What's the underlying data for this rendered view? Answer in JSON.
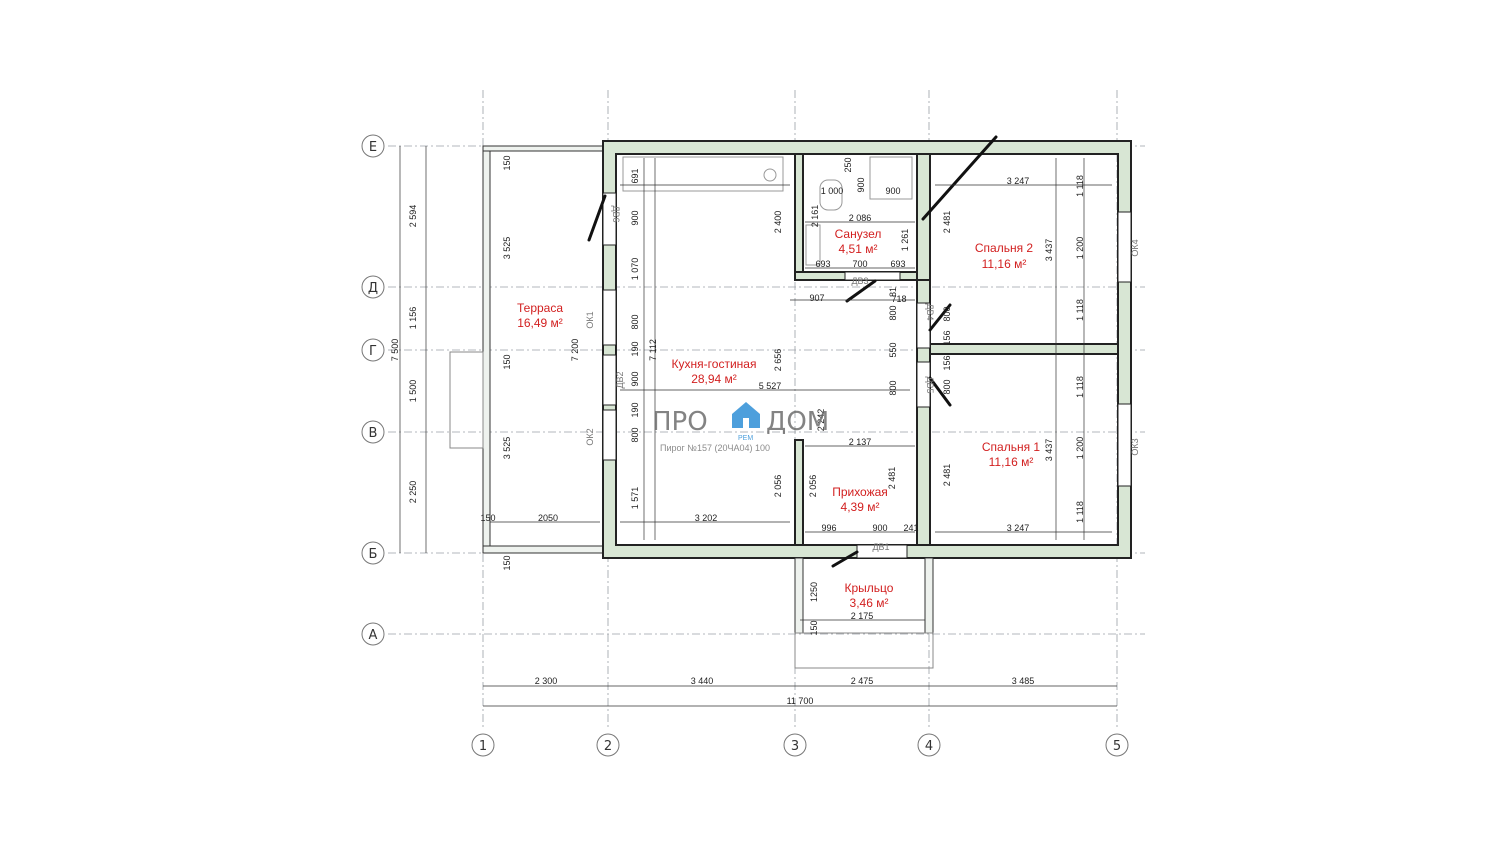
{
  "logo": {
    "left": "ПРО",
    "right": "ДОМ",
    "sub": "РЕМ",
    "tag": "Пирог №157 (20ЧА04) 100"
  },
  "axes": {
    "cols": [
      "1",
      "2",
      "3",
      "4",
      "5"
    ],
    "rows": [
      "Е",
      "Д",
      "Г",
      "В",
      "Б",
      "А"
    ]
  },
  "rooms": {
    "terrace": {
      "name": "Терраса",
      "area": "16,49 м²"
    },
    "kitchen": {
      "name": "Кухня-гостиная",
      "area": "28,94 м²"
    },
    "bath": {
      "name": "Санузел",
      "area": "4,51 м²"
    },
    "bed2": {
      "name": "Спальня 2",
      "area": "11,16 м²"
    },
    "bed1": {
      "name": "Спальня 1",
      "area": "11,16 м²"
    },
    "hall": {
      "name": "Прихожая",
      "area": "4,39 м²"
    },
    "porch": {
      "name": "Крыльцо",
      "area": "3,46 м²"
    }
  },
  "openings": {
    "dv1": "ДВ1",
    "dv2": "ДВ2",
    "dv3": "ДВ3",
    "dv4": "ДВ4",
    "dv5": "ДВ5",
    "dv6": "ДВ6",
    "ok1": "ОК1",
    "ok2": "ОК2",
    "ok3": "ОК3",
    "ok4": "ОК4"
  },
  "bottom_dims": {
    "d12": "2 300",
    "d23": "3 440",
    "d34": "2 475",
    "d45": "3 485",
    "total": "11 700"
  },
  "left_dims": {
    "ed": "2 594",
    "dg": "1 156",
    "gv": "1 500",
    "vb": "2 250",
    "total": "7 500"
  },
  "dims": {
    "t150a": "150",
    "t3525a": "3 525",
    "t3525b": "3 525",
    "t150b": "150",
    "t150c": "150",
    "t2050": "2050",
    "t150d": "150",
    "k691": "691",
    "k900a": "900",
    "k1070": "1 070",
    "k800a": "800",
    "k190a": "190",
    "k900b": "900",
    "k190b": "190",
    "k800b": "800",
    "k1571": "1 571",
    "k7200": "7 200",
    "k7112": "7 112",
    "k2400": "2 400",
    "k2656": "2 656",
    "k2056a": "2 056",
    "k5527": "5 527",
    "k3202": "3 202",
    "k907": "907",
    "k2242": "2 242",
    "b250": "250",
    "b1000": "1 000",
    "b900a": "900",
    "b2161": "2 161",
    "b2086": "2 086",
    "b1261": "1 261",
    "b693a": "693",
    "b700": "700",
    "b693b": "693",
    "c81": "81",
    "c718": "718",
    "c800a": "800",
    "c550": "550",
    "c800b": "800",
    "s2_3247": "3 247",
    "s2_1118a": "1 118",
    "s2_2481": "2 481",
    "s2_3437": "3 437",
    "s2_1200": "1 200",
    "s2_1118b": "1 118",
    "s2_800": "800",
    "s2_156a": "156",
    "s1_156": "156",
    "s1_800": "800",
    "s1_1118a": "1 118",
    "s1_2481": "2 481",
    "s1_3437": "3 437",
    "s1_1200": "1 200",
    "s1_1118b": "1 118",
    "s1_3247": "3 247",
    "h2137": "2 137",
    "h2056": "2 056",
    "h2481": "2 481",
    "h996": "996",
    "h900": "900",
    "h241": "241",
    "p1250": "1250",
    "p150": "150",
    "p2175": "2 175"
  }
}
